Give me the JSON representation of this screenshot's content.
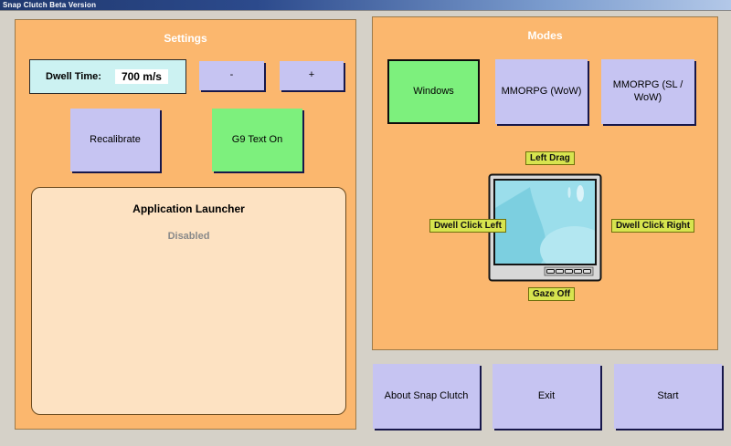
{
  "window": {
    "title": "Snap Clutch Beta Version"
  },
  "settings": {
    "header": "Settings",
    "dwell_time_label": "Dwell Time:",
    "dwell_time_value": "700 m/s",
    "decrease_label": "-",
    "increase_label": "+",
    "recalibrate_label": "Recalibrate",
    "g9_text_label": "G9 Text On",
    "app_launcher": {
      "title": "Application Launcher",
      "status": "Disabled"
    }
  },
  "modes": {
    "header": "Modes",
    "buttons": [
      {
        "label": "Windows",
        "selected": true
      },
      {
        "label": "MMORPG (WoW)",
        "selected": false
      },
      {
        "label": "MMORPG (SL / WoW)",
        "selected": false
      }
    ],
    "gaze_labels": {
      "top": "Left Drag",
      "left": "Dwell Click Left",
      "right": "Dwell Click Right",
      "bottom": "Gaze Off"
    }
  },
  "footer": {
    "about_label": "About Snap Clutch",
    "exit_label": "Exit",
    "start_label": "Start"
  },
  "colors": {
    "background": "#d5d1c8",
    "panel_orange": "#fbb76e",
    "launcher_peach": "#fde2c2",
    "button_lavender": "#c6c4f2",
    "button_green": "#7df07d",
    "dwell_cyan": "#ccf2f2",
    "gaze_label_yellow": "#d7e44f",
    "titlebar_dark": "#20396f",
    "titlebar_light": "#b3c8e8",
    "button_shadow": "#17174a"
  }
}
